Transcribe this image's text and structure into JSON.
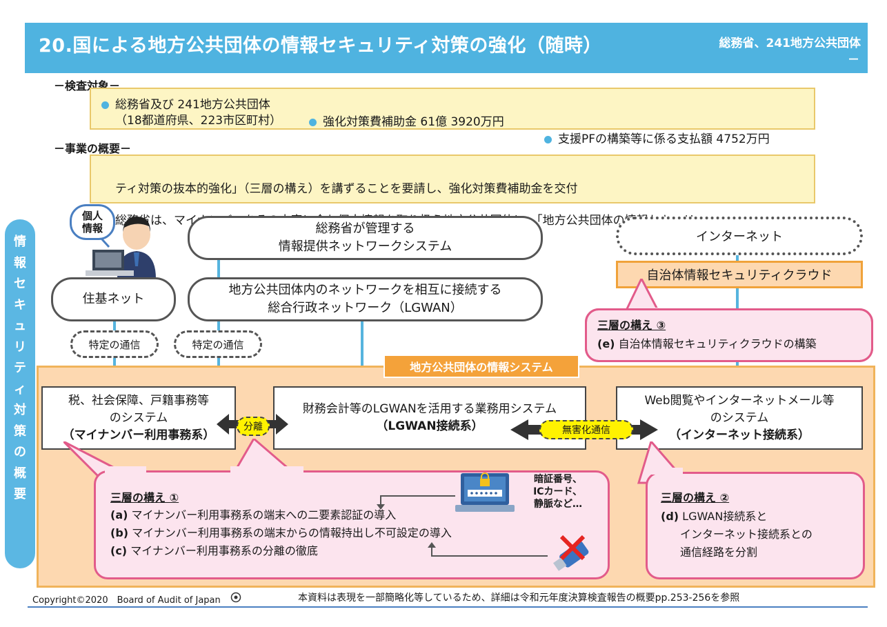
{
  "header": {
    "title": "20.国による地方公共団体の情報セキュリティ対策の強化（随時）",
    "agency": "総務省、241地方公共団体",
    "agency_dash": "－"
  },
  "inspection": {
    "label": "－検査対象－",
    "items": [
      "総務省及び 241地方公共団体",
      "強化対策費補助金 61億 3920万円",
      "支援PFの構築等に係る支払額 4752万円"
    ],
    "item1_sub": "（18都道府県、223市区町村）"
  },
  "overview": {
    "label": "－事業の概要－",
    "line1": "総務省は、マイナンバーをその内容に含む個人情報を取り扱う地方公共団体に、「地方公共団体の情報セキュリ",
    "line2": "ティ対策の抜本的強化」（三層の構え）を講ずることを要請し、強化対策費補助金を交付"
  },
  "sidebar": {
    "chars": [
      "情",
      "報",
      "セ",
      "キ",
      "ュ",
      "リ",
      "テ",
      "ィ",
      "対",
      "策",
      "の",
      "概",
      "要"
    ]
  },
  "diagram": {
    "personal_info": [
      "個人",
      "情報"
    ],
    "juki_net": "住基ネット",
    "mic_network_l1": "総務省が管理する",
    "mic_network_l2": "情報提供ネットワークシステム",
    "lgwan_l1": "地方公共団体内のネットワークを相互に接続する",
    "lgwan_l2": "総合行政ネットワーク（LGWAN）",
    "internet": "インターネット",
    "security_cloud": "自治体情報セキュリティクラウド",
    "specific_comm_1": "特定の通信",
    "specific_comm_2": "特定の通信",
    "info_system_label": "地方公共団体の情報システム",
    "sys_mynumber_l1": "税、社会保障、戸籍事務等",
    "sys_mynumber_l2": "のシステム",
    "sys_mynumber_l3": "（マイナンバー利用事務系）",
    "sys_lgwan_l1": "財務会計等のLGWANを活用する業務用システム",
    "sys_lgwan_l2": "（LGWAN接続系）",
    "sys_internet_l1": "Web閲覧やインターネットメール等",
    "sys_internet_l2": "のシステム",
    "sys_internet_l3": "（インターネット接続系）",
    "separation": "分離",
    "detox": "無害化通信",
    "auth_l1": "暗証番号、",
    "auth_l2": "ICカード、",
    "auth_l3": "静脈など…"
  },
  "layers": {
    "l3": {
      "title": "三層の構え ③",
      "items": [
        {
          "tag": "(e)",
          "text": "自治体情報セキュリティクラウドの構築"
        }
      ]
    },
    "l1": {
      "title": "三層の構え ①",
      "items": [
        {
          "tag": "(a)",
          "text": "マイナンバー利用事務系の端末への二要素認証の導入"
        },
        {
          "tag": "(b)",
          "text": "マイナンバー利用事務系の端末からの情報持出し不可設定の導入"
        },
        {
          "tag": "(c)",
          "text": "マイナンバー利用事務系の分離の徹底"
        }
      ]
    },
    "l2": {
      "title": "三層の構え ②",
      "items": [
        {
          "tag": "(d)",
          "text": "LGWAN接続系と"
        },
        {
          "tag": "",
          "text": "インターネット接続系との"
        },
        {
          "tag": "",
          "text": "通信経路を分割"
        }
      ]
    }
  },
  "footer": {
    "copyright": "Copyright©2020　Board of Audit of Japan",
    "note": "本資料は表現を一部簡略化等しているため、詳細は令和元年度決算検査報告の概要pp.253-256を参照"
  },
  "colors": {
    "header_blue": "#4fb3e0",
    "pink_border": "#e25b8a",
    "orange_area": "#fdd8b0",
    "badge_yellow": "#fff200"
  }
}
